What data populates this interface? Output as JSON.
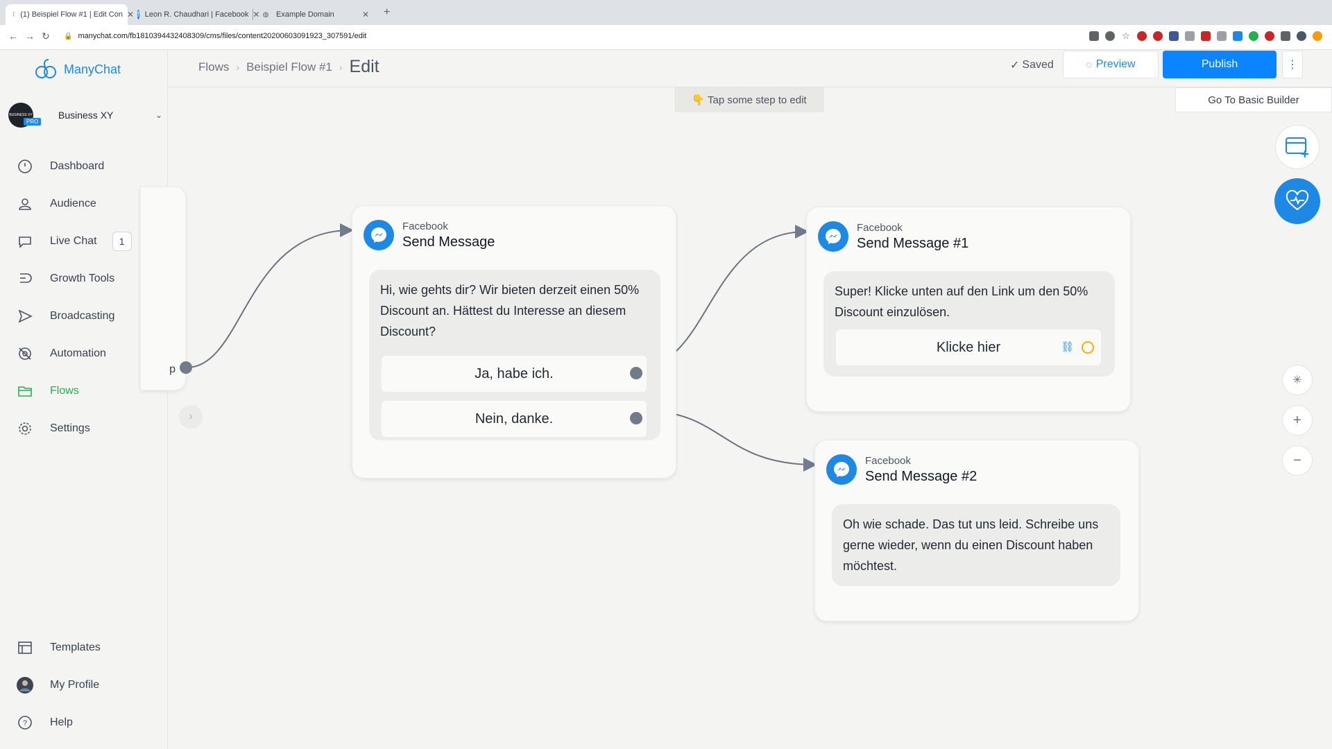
{
  "browser": {
    "tabs": [
      {
        "label": "(1) Beispiel Flow #1 | Edit Con",
        "favicon": "manychat-icon"
      },
      {
        "label": "Leon R. Chaudhari | Facebook",
        "favicon": "facebook-icon"
      },
      {
        "label": "Example Domain",
        "favicon": "globe-icon"
      }
    ],
    "url": "manychat.com/fb181039443240830​9/cms/files/content20200603091923_307591/edit"
  },
  "header": {
    "breadcrumb": [
      "Flows",
      "Beispiel Flow #1",
      "Edit"
    ],
    "saved_label": "Saved",
    "preview_label": "Preview",
    "publish_label": "Publish"
  },
  "sidebar": {
    "brand": "ManyChat",
    "account": {
      "name": "Business XY",
      "badge": "PRO",
      "avatar_text": "BUSINESS XY"
    },
    "items": [
      {
        "label": "Dashboard",
        "icon": "dashboard-icon"
      },
      {
        "label": "Audience",
        "icon": "audience-icon"
      },
      {
        "label": "Live Chat",
        "icon": "chat-icon",
        "count": "1"
      },
      {
        "label": "Growth Tools",
        "icon": "growth-tools-icon"
      },
      {
        "label": "Broadcasting",
        "icon": "broadcast-icon"
      },
      {
        "label": "Automation",
        "icon": "automation-icon"
      },
      {
        "label": "Flows",
        "icon": "folder-icon",
        "active": true
      },
      {
        "label": "Settings",
        "icon": "gear-icon"
      }
    ],
    "bottom_items": [
      {
        "label": "Templates",
        "icon": "templates-icon"
      },
      {
        "label": "My Profile",
        "icon": "avatar"
      },
      {
        "label": "Help",
        "icon": "help-icon"
      }
    ]
  },
  "canvas": {
    "hint": "👇 Tap some step to edit",
    "basic_builder_label": "Go To Basic Builder",
    "partial_start_label": "p",
    "cards": [
      {
        "channel": "Facebook",
        "title": "Send Message",
        "text": "Hi, wie gehts dir? Wir bieten derzeit einen 50% Discount an. Hättest du Interesse an diesem Discount?",
        "quick_replies": [
          "Ja, habe ich.",
          "Nein, danke."
        ]
      },
      {
        "channel": "Facebook",
        "title": "Send Message #1",
        "text": "Super! Klicke unten auf den Link um den 50% Discount einzulösen.",
        "button": "Klicke hier"
      },
      {
        "channel": "Facebook",
        "title": "Send Message #2",
        "text": "Oh wie schade. Das tut uns leid. Schreibe uns gerne wieder, wenn du einen Discount haben möchtest."
      }
    ]
  },
  "colors": {
    "accent": "#0a84ff",
    "messenger": "#1e88e5",
    "active_nav": "#22b14c",
    "port": "#717b8a"
  }
}
